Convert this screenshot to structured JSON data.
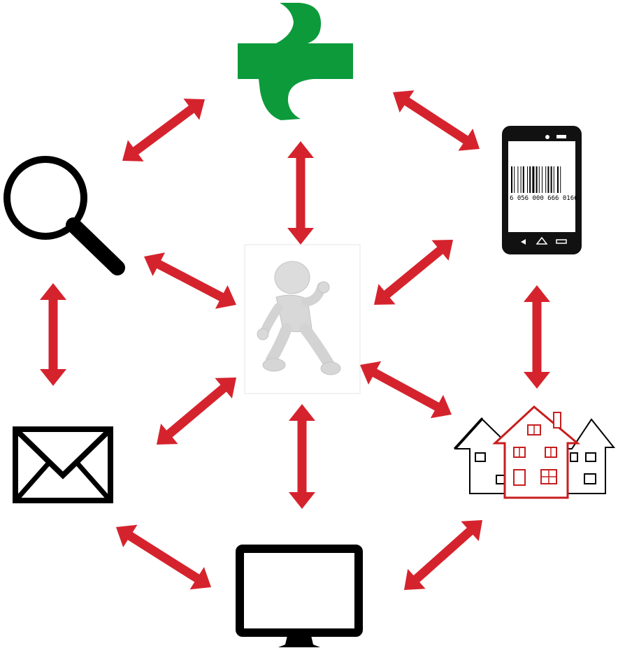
{
  "diagram": {
    "nodes": [
      {
        "id": "pharmacy",
        "icon": "pharmacy-cross-icon"
      },
      {
        "id": "search",
        "icon": "magnifying-glass-icon"
      },
      {
        "id": "mobile",
        "icon": "smartphone-barcode-icon"
      },
      {
        "id": "person",
        "icon": "running-person-icon"
      },
      {
        "id": "mail",
        "icon": "envelope-icon"
      },
      {
        "id": "home",
        "icon": "houses-icon"
      },
      {
        "id": "computer",
        "icon": "desktop-monitor-icon"
      }
    ],
    "connections": [
      [
        "pharmacy",
        "search"
      ],
      [
        "pharmacy",
        "mobile"
      ],
      [
        "pharmacy",
        "person"
      ],
      [
        "search",
        "person"
      ],
      [
        "search",
        "mail"
      ],
      [
        "mobile",
        "person"
      ],
      [
        "mobile",
        "home"
      ],
      [
        "person",
        "mail"
      ],
      [
        "person",
        "home"
      ],
      [
        "person",
        "computer"
      ],
      [
        "mail",
        "computer"
      ],
      [
        "home",
        "computer"
      ]
    ],
    "barcode_text": "6 056 000 666 0166",
    "colors": {
      "arrow": "#d5232d",
      "pharmacy": "#0c9a3b",
      "icon": "#000000",
      "house_accent": "#c81e1e",
      "figure": "#d9d9d9"
    }
  }
}
